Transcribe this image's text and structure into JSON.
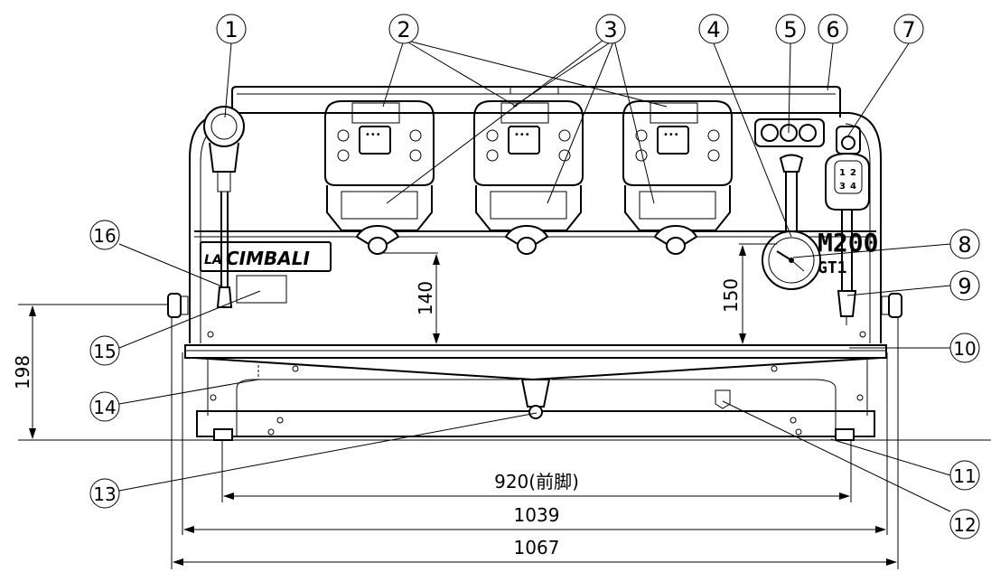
{
  "callouts": [
    "1",
    "2",
    "3",
    "4",
    "5",
    "6",
    "7",
    "8",
    "9",
    "10",
    "11",
    "12",
    "13",
    "14",
    "15",
    "16"
  ],
  "dimensions": {
    "front_feet": "920(前脚)",
    "width_inner": "1039",
    "width_outer": "1067",
    "height_left": "198",
    "height_spout": "140",
    "height_right": "150"
  },
  "markings": {
    "brand": "CIMBALI",
    "brand_prefix": "LA",
    "model": "M200",
    "model_sub": "GT1",
    "group_dots": "•••"
  }
}
